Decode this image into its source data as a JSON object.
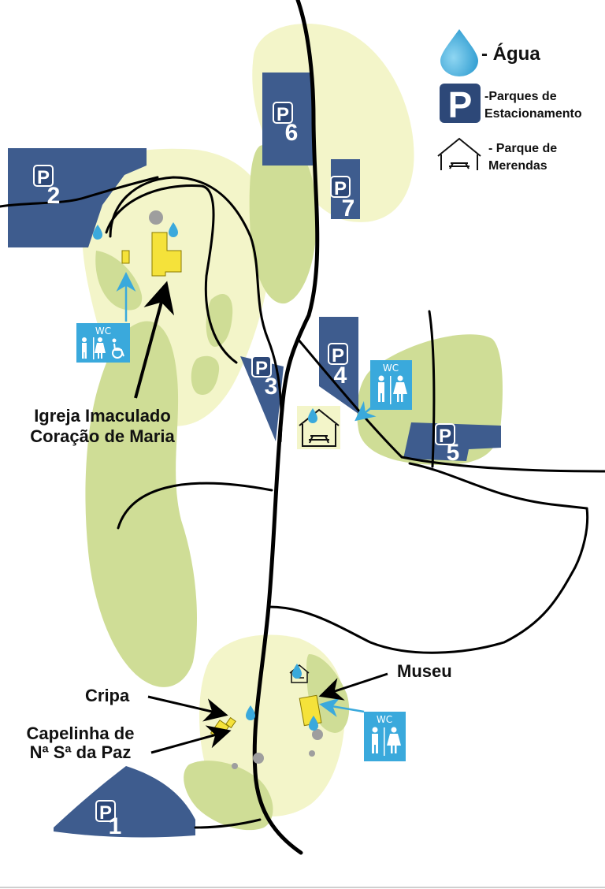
{
  "legend": {
    "water_label": "- Água",
    "parking_label_line1": "-Parques de",
    "parking_label_line2": "Estacionamento",
    "picnic_label_line1": "- Parque de",
    "picnic_label_line2": "Merendas",
    "parking_symbol": "P"
  },
  "parking": {
    "p1": {
      "letter": "P",
      "number": "1"
    },
    "p2": {
      "letter": "P",
      "number": "2"
    },
    "p3": {
      "letter": "P",
      "number": "3"
    },
    "p4": {
      "letter": "P",
      "number": "4"
    },
    "p5": {
      "letter": "P",
      "number": "5"
    },
    "p6": {
      "letter": "P",
      "number": "6"
    },
    "p7": {
      "letter": "P",
      "number": "7"
    }
  },
  "places": {
    "church_line1": "Igreja Imaculado",
    "church_line2": "Coração de Maria",
    "museum": "Museu",
    "crypt": "Cripa",
    "chapel_line1": "Capelinha de",
    "chapel_line2": "Nª Sª da Paz"
  },
  "wc": {
    "label": "WC"
  },
  "colors": {
    "parking": "#3e5c8e",
    "light_zone": "#f3f5c9",
    "green_zone": "#cfdd96",
    "water": "#3aa9dc",
    "wc_sign": "#3aa9dc",
    "building": "#f5e23a",
    "road": "#000000"
  }
}
